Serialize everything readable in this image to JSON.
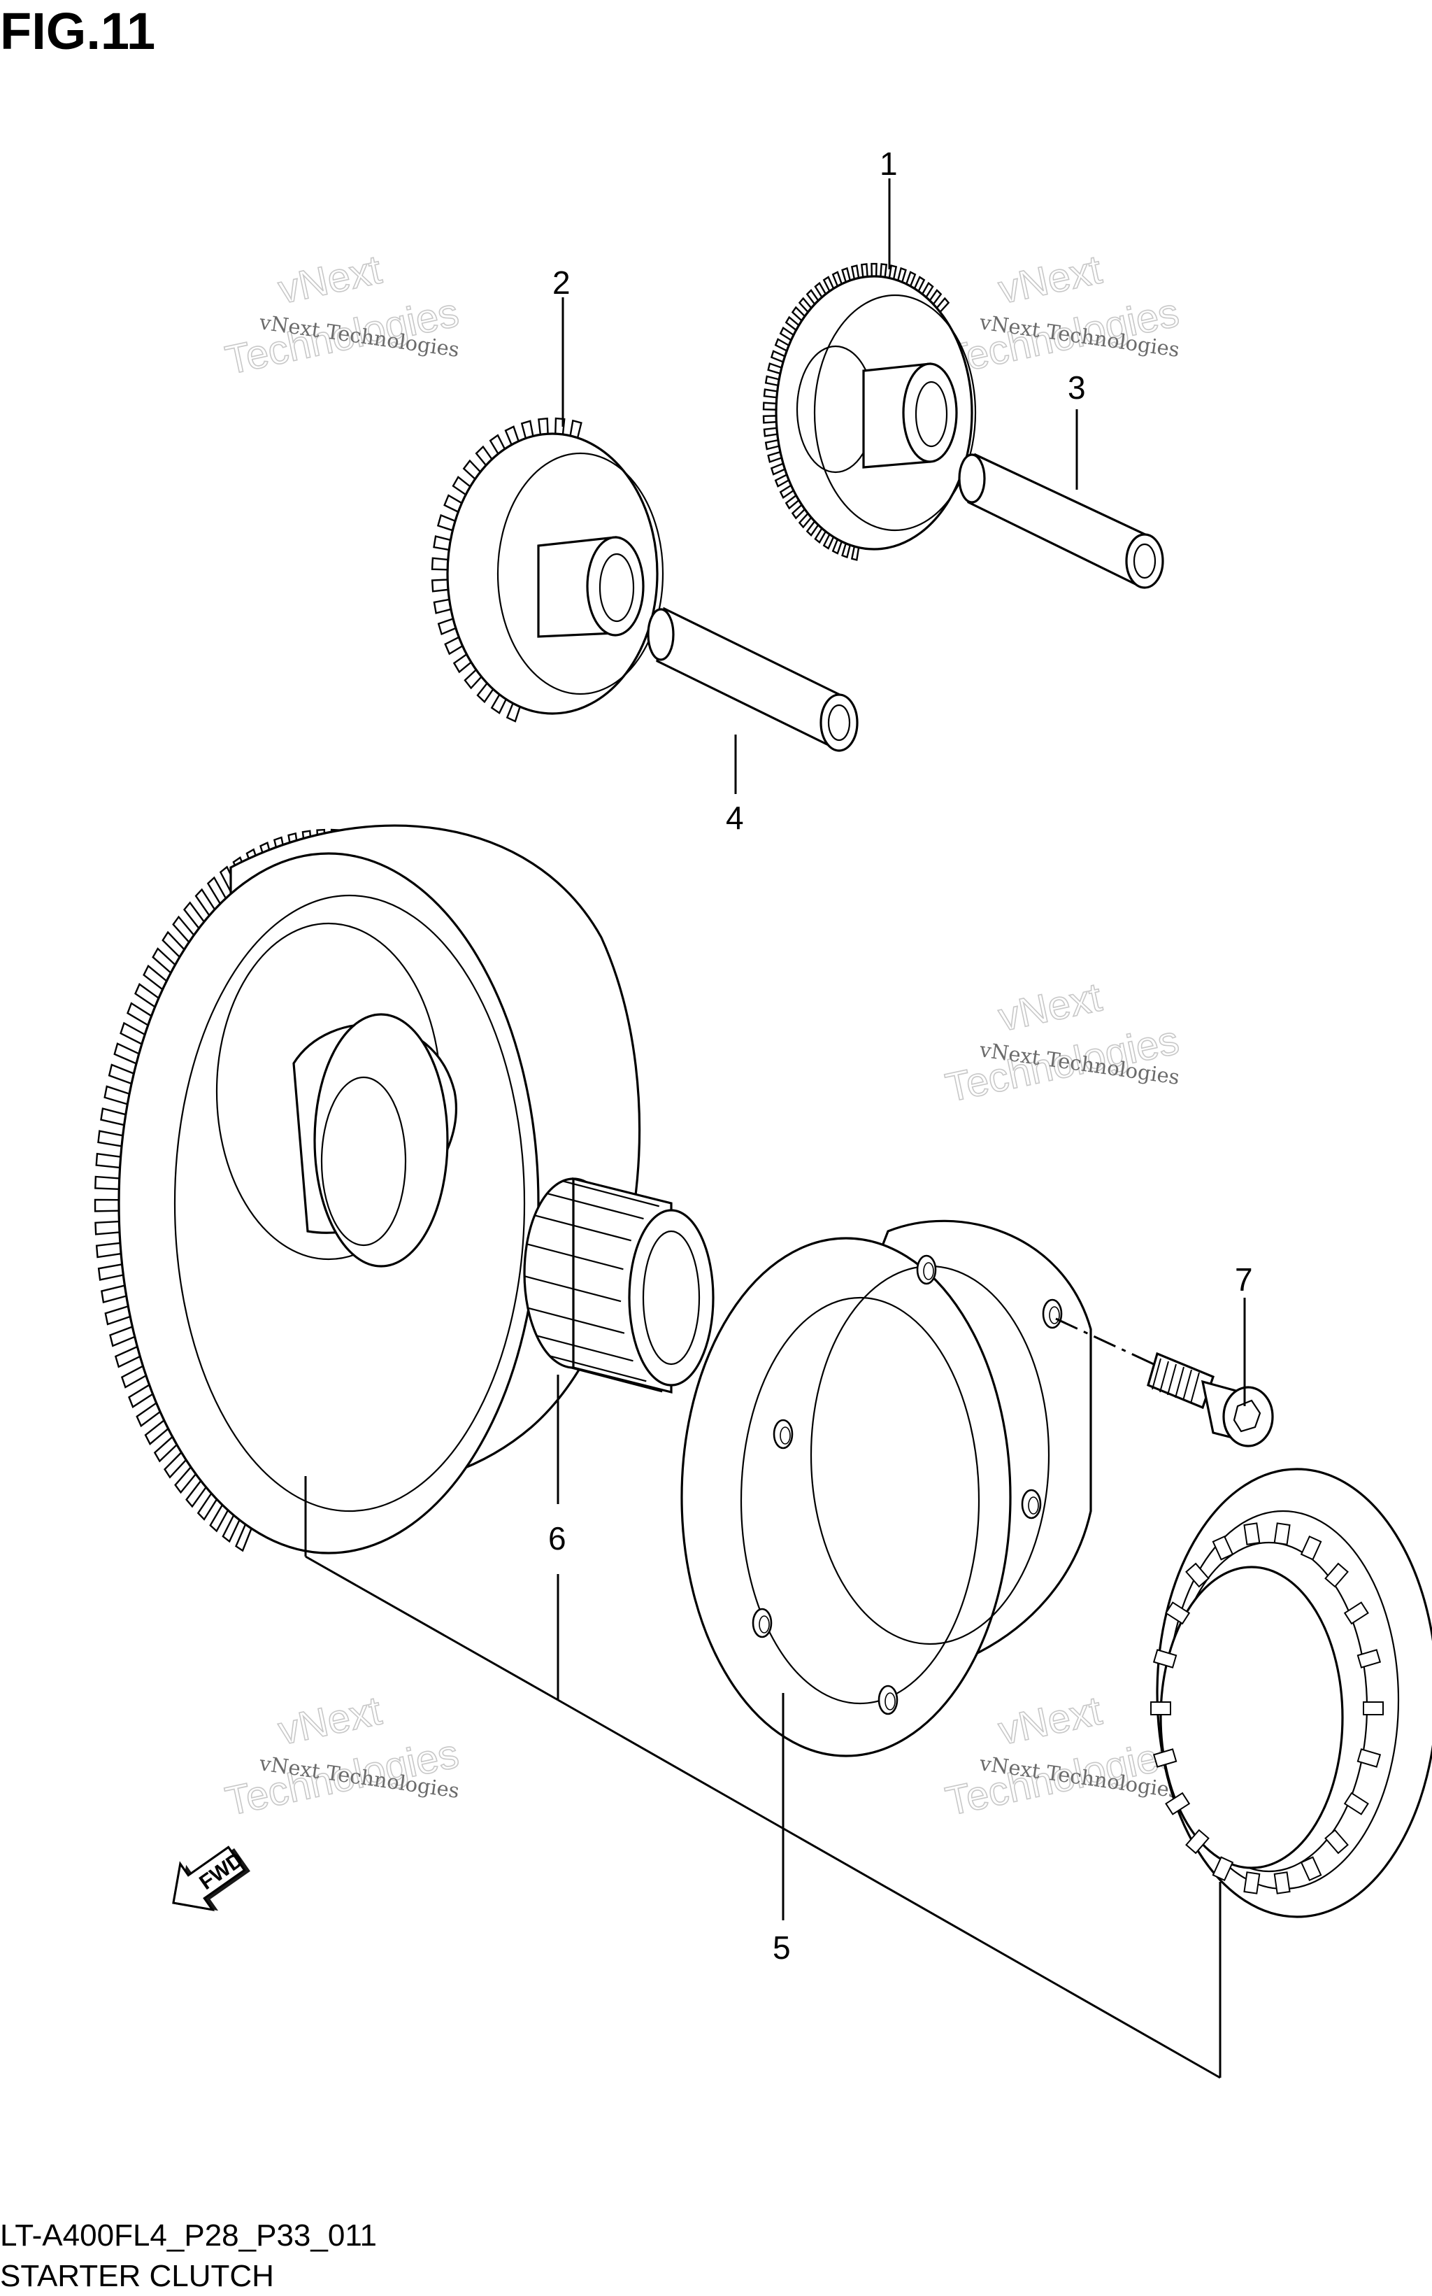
{
  "figure": {
    "title": "FIG.11",
    "model_code": "LT-A400FL4_P28_P33_011",
    "section_name": "STARTER CLUTCH"
  },
  "callouts": [
    {
      "id": "1",
      "label": "1"
    },
    {
      "id": "2",
      "label": "2"
    },
    {
      "id": "3",
      "label": "3"
    },
    {
      "id": "4",
      "label": "4"
    },
    {
      "id": "5",
      "label": "5"
    },
    {
      "id": "6",
      "label": "6"
    },
    {
      "id": "7",
      "label": "7"
    }
  ],
  "direction_marker": {
    "label": "FWD",
    "icon": "fwd-arrow-icon"
  },
  "watermark": {
    "line1": "vNext Technologies",
    "line2": "vNext",
    "line3": "Technologies"
  },
  "colors": {
    "ink": "#000000",
    "background": "#ffffff",
    "watermark_text": "#6a6a6a",
    "watermark_outline": "#c8c8c8"
  }
}
